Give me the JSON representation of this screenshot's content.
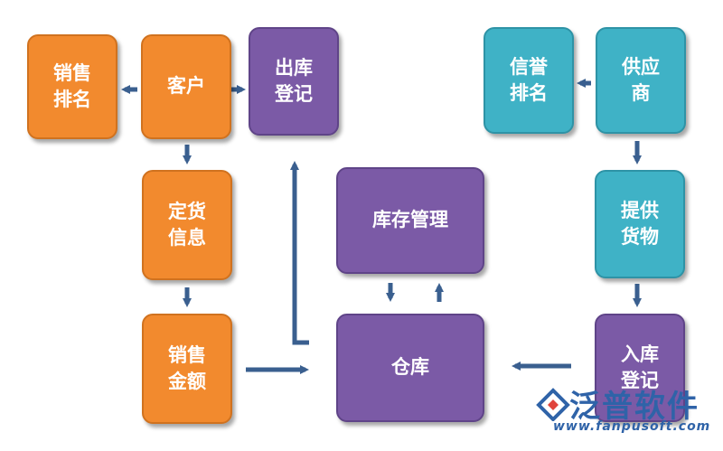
{
  "nodes": {
    "sales_rank": "销售\n排名",
    "customer": "客户",
    "outbound": "出库\n登记",
    "credit_rank": "信誉\n排名",
    "supplier": "供应\n商",
    "order_info": "定货\n信息",
    "inventory_mgmt": "库存管理",
    "provide_goods": "提供\n货物",
    "sales_amount": "销售\n金额",
    "warehouse": "仓库",
    "inbound": "入库\n登记"
  },
  "logo": {
    "name": "泛普软件",
    "url": "www.fanpusoft.com"
  },
  "colors": {
    "orange": "#f28a2e",
    "purple": "#7b5aa6",
    "teal": "#3fb2c6",
    "arrow": "#3a5f8f"
  }
}
